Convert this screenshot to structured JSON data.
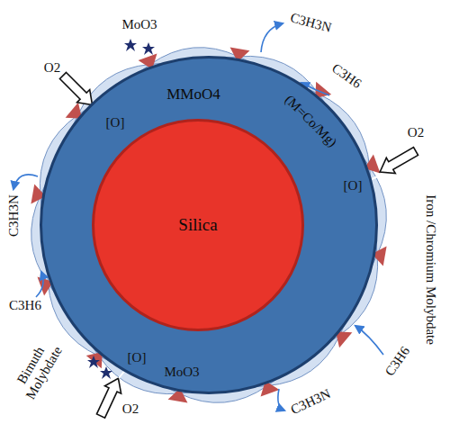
{
  "diagram": {
    "nodes": [
      {
        "text": [
          "MMoO4",
          "(M=Co/Mg)"
        ]
      },
      {
        "text": [
          "Silica"
        ],
        "in": 0
      }
    ],
    "labels": [
      "MoO3",
      "O2",
      "[O]",
      "C3H6",
      "C3H3N",
      "O2",
      "[O]",
      "Iron /Chromium Molybdate",
      "C3H6",
      "C3H3N",
      "O2",
      "[O]",
      "MoO3",
      "Bimuth Molybdate",
      "C3H6",
      "C3H3N"
    ]
  }
}
